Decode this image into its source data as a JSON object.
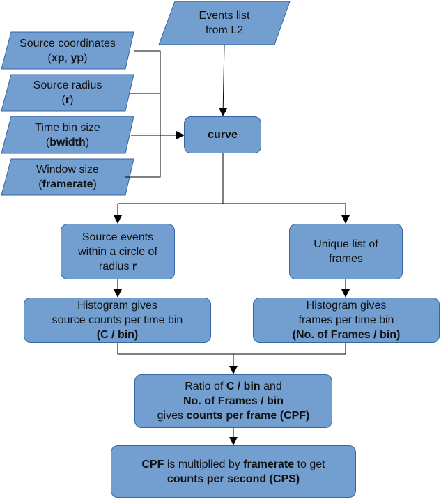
{
  "colors": {
    "fill": "#729fcf",
    "stroke": "#3465a4",
    "line": "#000000",
    "text": "#111111"
  },
  "inputs": {
    "events_list": [
      "Events list",
      "from L2"
    ],
    "source_coordinates": {
      "line1": "Source coordinates",
      "pre": "(",
      "b1": "xp",
      "mid": ", ",
      "b2": "yp",
      "post": ")"
    },
    "source_radius": {
      "line1": "Source radius",
      "pre": "(",
      "b": "r",
      "post": ")"
    },
    "time_bin_size": {
      "line1": "Time bin size",
      "pre": "(",
      "b": "bwidth",
      "post": ")"
    },
    "window_size": {
      "line1": "Window size",
      "pre": "(",
      "b": "framerate",
      "post": ")"
    }
  },
  "process": {
    "curve": "curve",
    "source_events": {
      "line1": "Source events",
      "line2": "within a circle of",
      "line3_pre": "radius ",
      "line3_b": "r"
    },
    "unique_frames": [
      "Unique list of",
      "frames"
    ],
    "hist_source": {
      "line1": "Histogram gives",
      "line2": "source counts per time bin",
      "line3": "(C / bin)"
    },
    "hist_frames": {
      "line1": "Histogram gives",
      "line2": "frames per time bin",
      "line3": "(No. of Frames / bin)"
    },
    "ratio": {
      "l1_pre": "Ratio of ",
      "l1_b": "C / bin",
      "l1_post": " and",
      "l2_b": "No. of Frames / bin",
      "l3_pre": "gives ",
      "l3_b": "counts per frame (CPF)"
    },
    "cps": {
      "l1_b1": "CPF",
      "l1_mid": " is multiplied by ",
      "l1_b2": "framerate",
      "l1_post": " to get",
      "l2_b": "counts per second (CPS)"
    }
  }
}
